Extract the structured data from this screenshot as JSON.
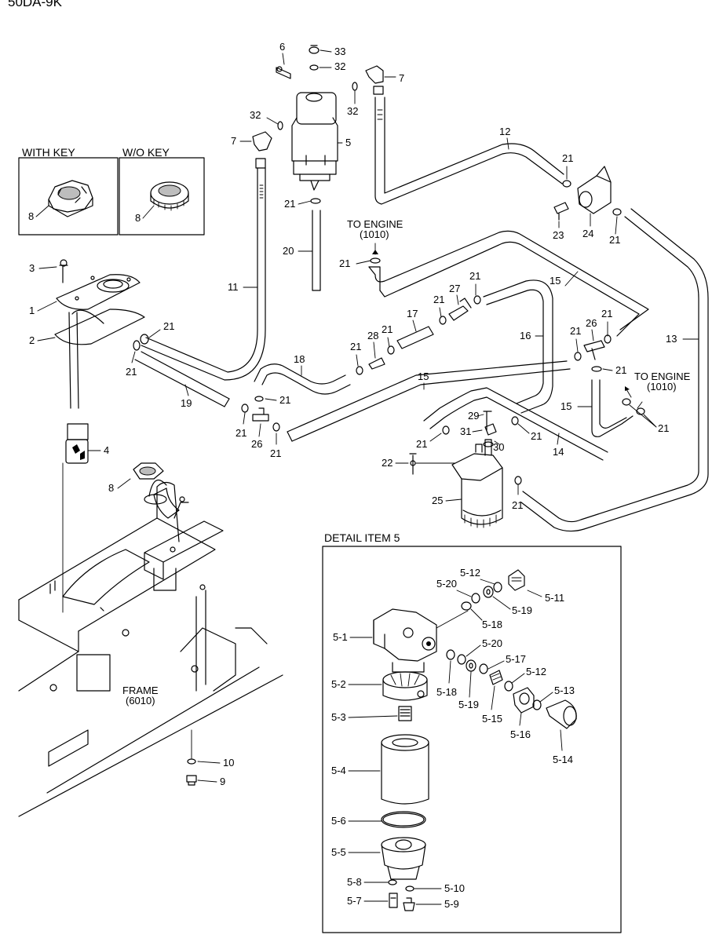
{
  "model_code": "50DA-9K",
  "boxes": {
    "with_key": "WITH KEY",
    "wo_key": "W/O KEY",
    "detail": "DETAIL ITEM 5"
  },
  "notes": {
    "to_engine_1": "TO ENGINE",
    "to_engine_1_ref": "(1010)",
    "to_engine_2": "TO ENGINE",
    "to_engine_2_ref": "(1010)",
    "frame": "FRAME",
    "frame_ref": "(6010)"
  },
  "labels": [
    "1",
    "2",
    "3",
    "4",
    "5",
    "6",
    "7",
    "7",
    "8",
    "8",
    "8",
    "9",
    "10",
    "11",
    "12",
    "13",
    "14",
    "15",
    "15",
    "15",
    "16",
    "17",
    "18",
    "19",
    "20",
    "21",
    "21",
    "21",
    "21",
    "21",
    "21",
    "21",
    "21",
    "21",
    "21",
    "21",
    "21",
    "21",
    "21",
    "21",
    "21",
    "21",
    "22",
    "23",
    "24",
    "25",
    "26",
    "26",
    "27",
    "28",
    "29",
    "30",
    "31",
    "32",
    "32",
    "32",
    "33"
  ],
  "detail_labels": [
    "5-1",
    "5-2",
    "5-3",
    "5-4",
    "5-5",
    "5-6",
    "5-7",
    "5-8",
    "5-9",
    "5-10",
    "5-11",
    "5-12",
    "5-12",
    "5-13",
    "5-14",
    "5-15",
    "5-16",
    "5-17",
    "5-18",
    "5-18",
    "5-19",
    "5-19",
    "5-20",
    "5-20"
  ]
}
